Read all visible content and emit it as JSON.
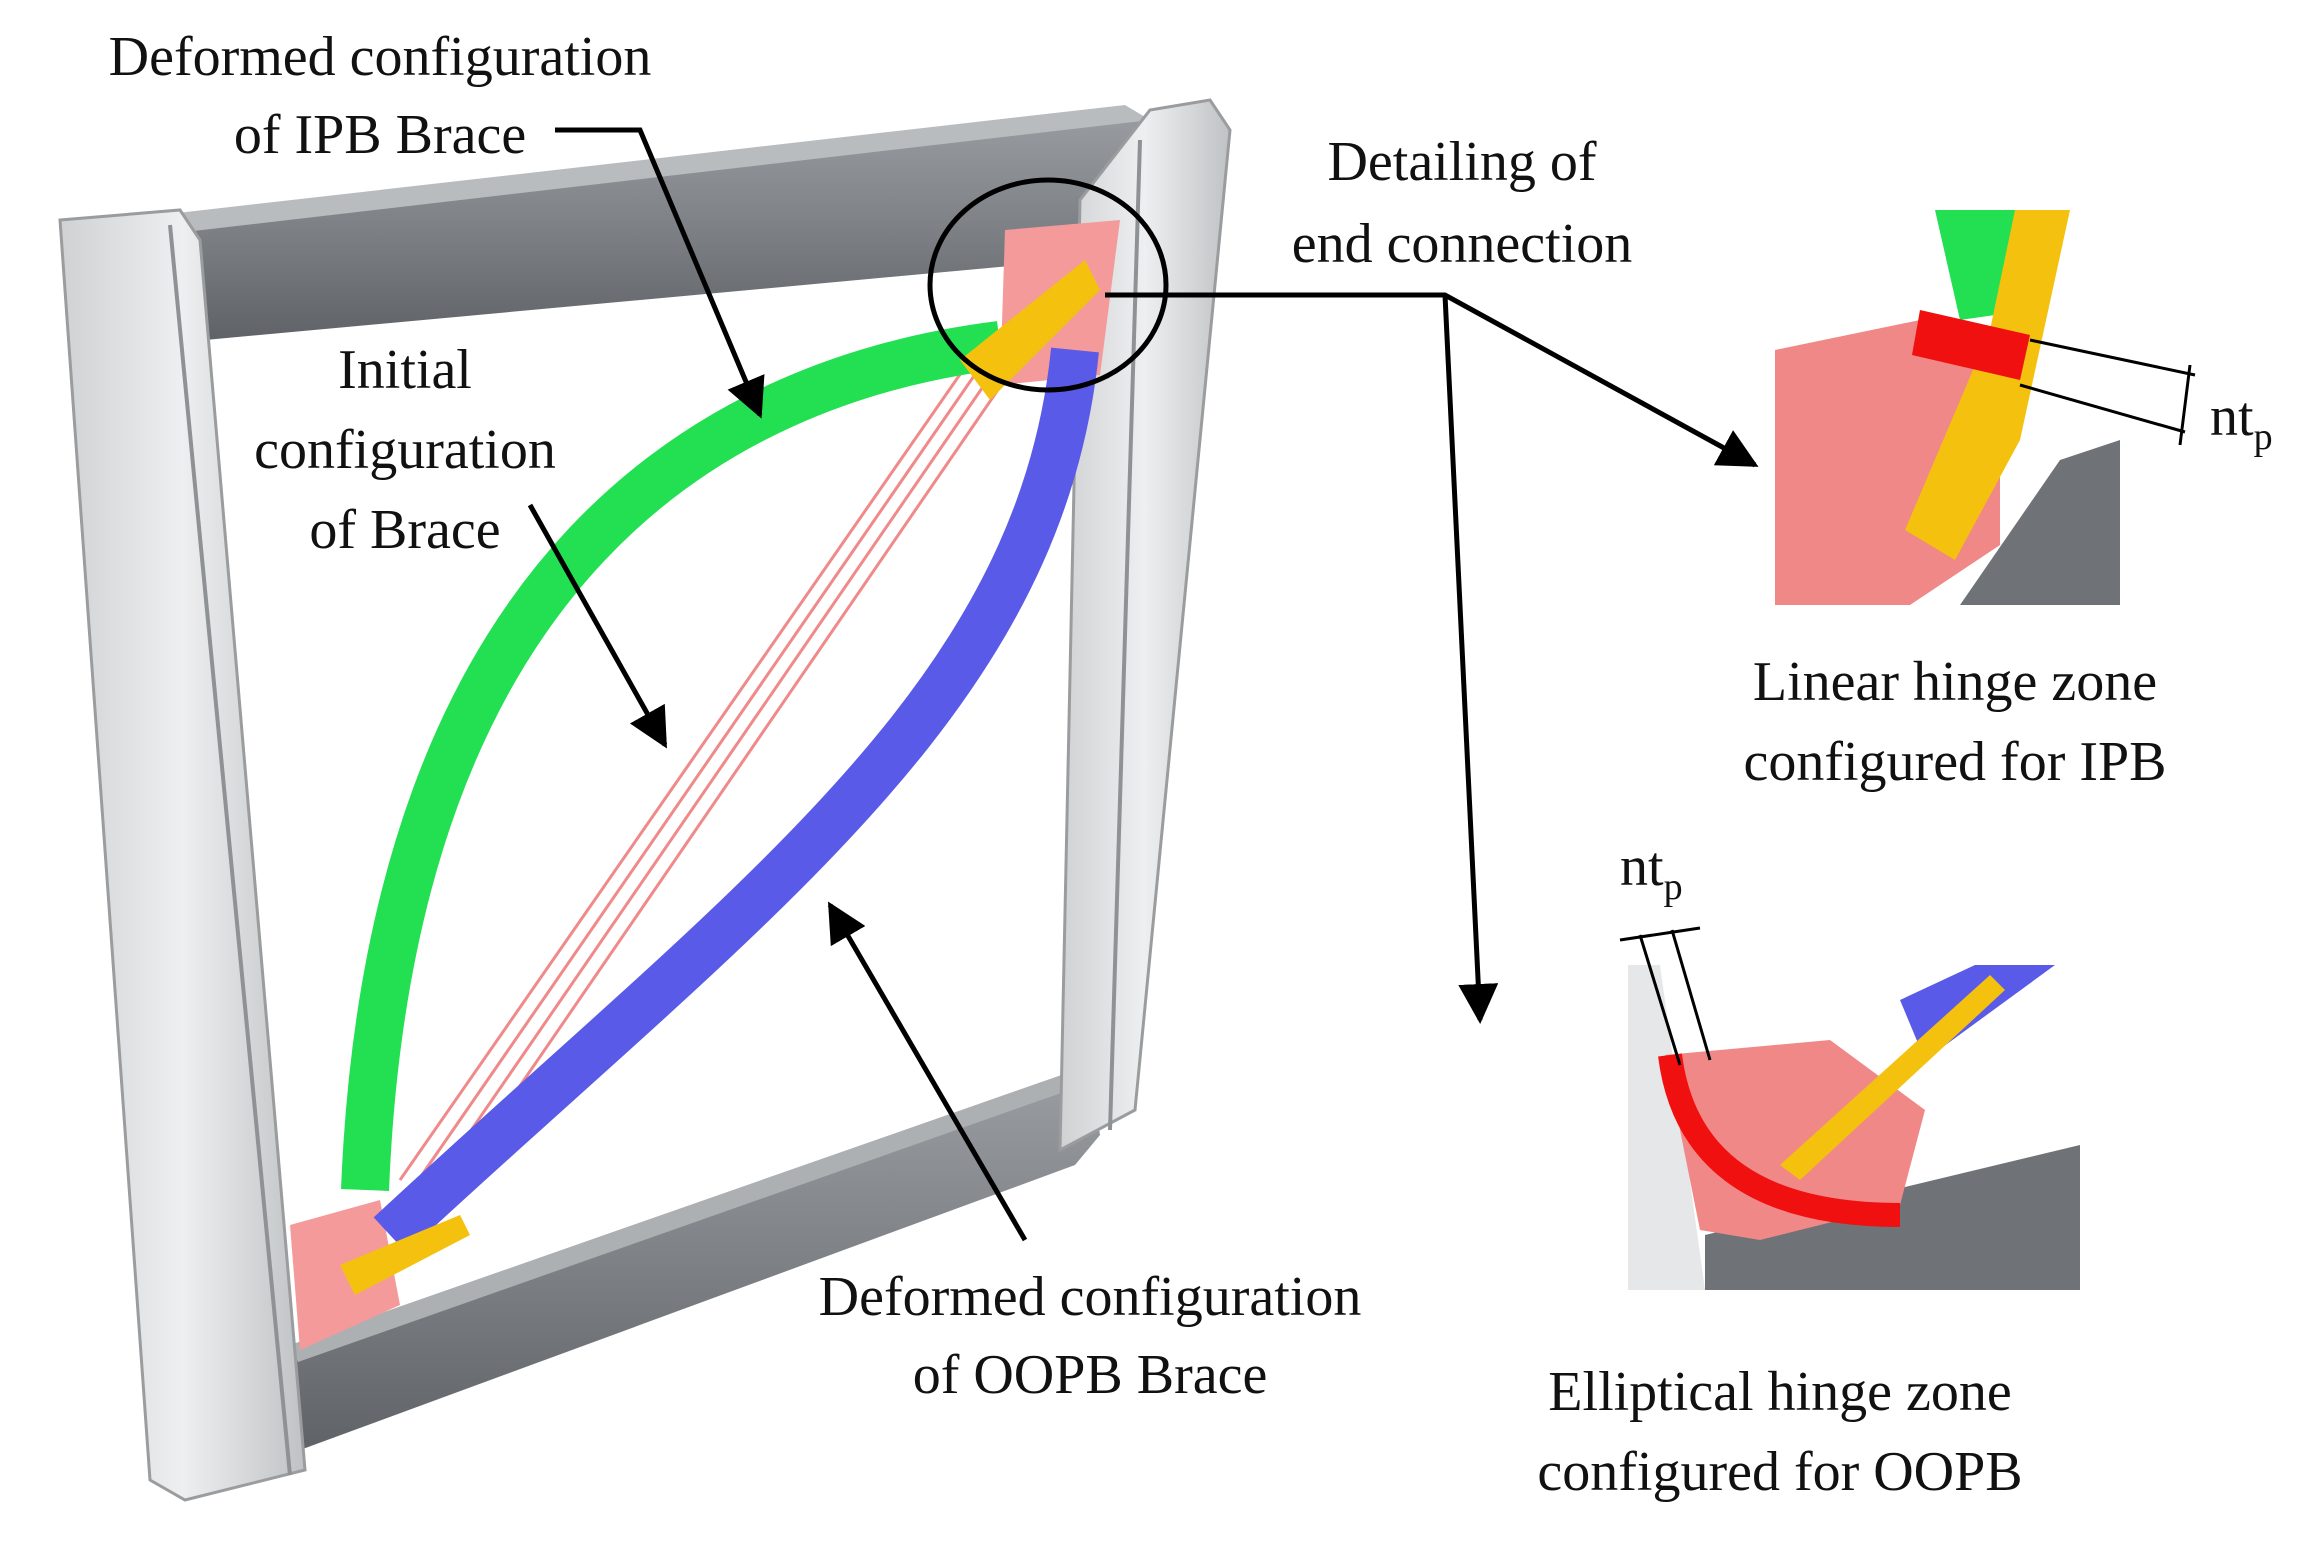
{
  "labels": {
    "ipb_line1": "Deformed configuration",
    "ipb_line2": "of IPB Brace",
    "init_line1": "Initial",
    "init_line2": "configuration",
    "init_line3": "of Brace",
    "oopb_line1": "Deformed configuration",
    "oopb_line2": "of OOPB Brace",
    "detail_line1": "Detailing of",
    "detail_line2": "end connection",
    "linear_line1": "Linear hinge zone",
    "linear_line2": "configured for IPB",
    "ellip_line1": "Elliptical hinge zone",
    "ellip_line2": "configured for OOPB",
    "dim_main": "nt",
    "dim_sub": "p"
  },
  "colors": {
    "ipb_brace": "#22e052",
    "oopb_brace": "#5a5ae8",
    "gusset": "#f49a9a",
    "plate": "#f4c10f",
    "hinge_zone": "#f01010",
    "steel": "#8d9296",
    "column": "#d9dadb"
  }
}
